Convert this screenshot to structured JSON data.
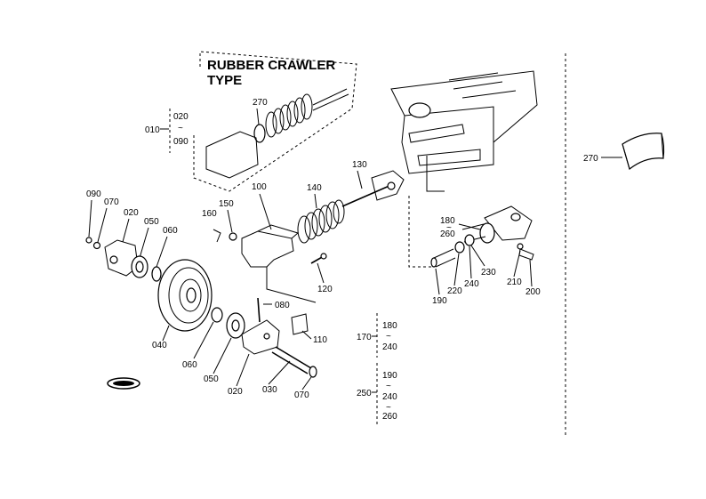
{
  "diagram": {
    "inset_title_line1": "RUBBER CRAWLER",
    "inset_title_line2": "TYPE",
    "labels": {
      "p270_inset": "270",
      "p010": "010",
      "p020_range": "020",
      "p090_range": "090",
      "p130": "130",
      "p100": "100",
      "p140": "140",
      "p150": "150",
      "p160": "160",
      "p090": "090",
      "p070_top": "070",
      "p020_top": "020",
      "p050_top": "050",
      "p060_top": "060",
      "p120": "120",
      "p080": "080",
      "p110": "110",
      "p040": "040",
      "p060_bot": "060",
      "p050_bot": "050",
      "p020_bot": "020",
      "p030": "030",
      "p070_bot": "070",
      "p180": "180",
      "p260": "260",
      "p190": "190",
      "p220": "220",
      "p240": "240",
      "p230": "230",
      "p210": "210",
      "p200": "200",
      "p270_side": "270",
      "g170": "170",
      "g170_a": "180",
      "g170_b": "240",
      "g250": "250",
      "g250_a": "190",
      "g250_b": "240",
      "g250_c": "260",
      "tilde": "~"
    }
  }
}
